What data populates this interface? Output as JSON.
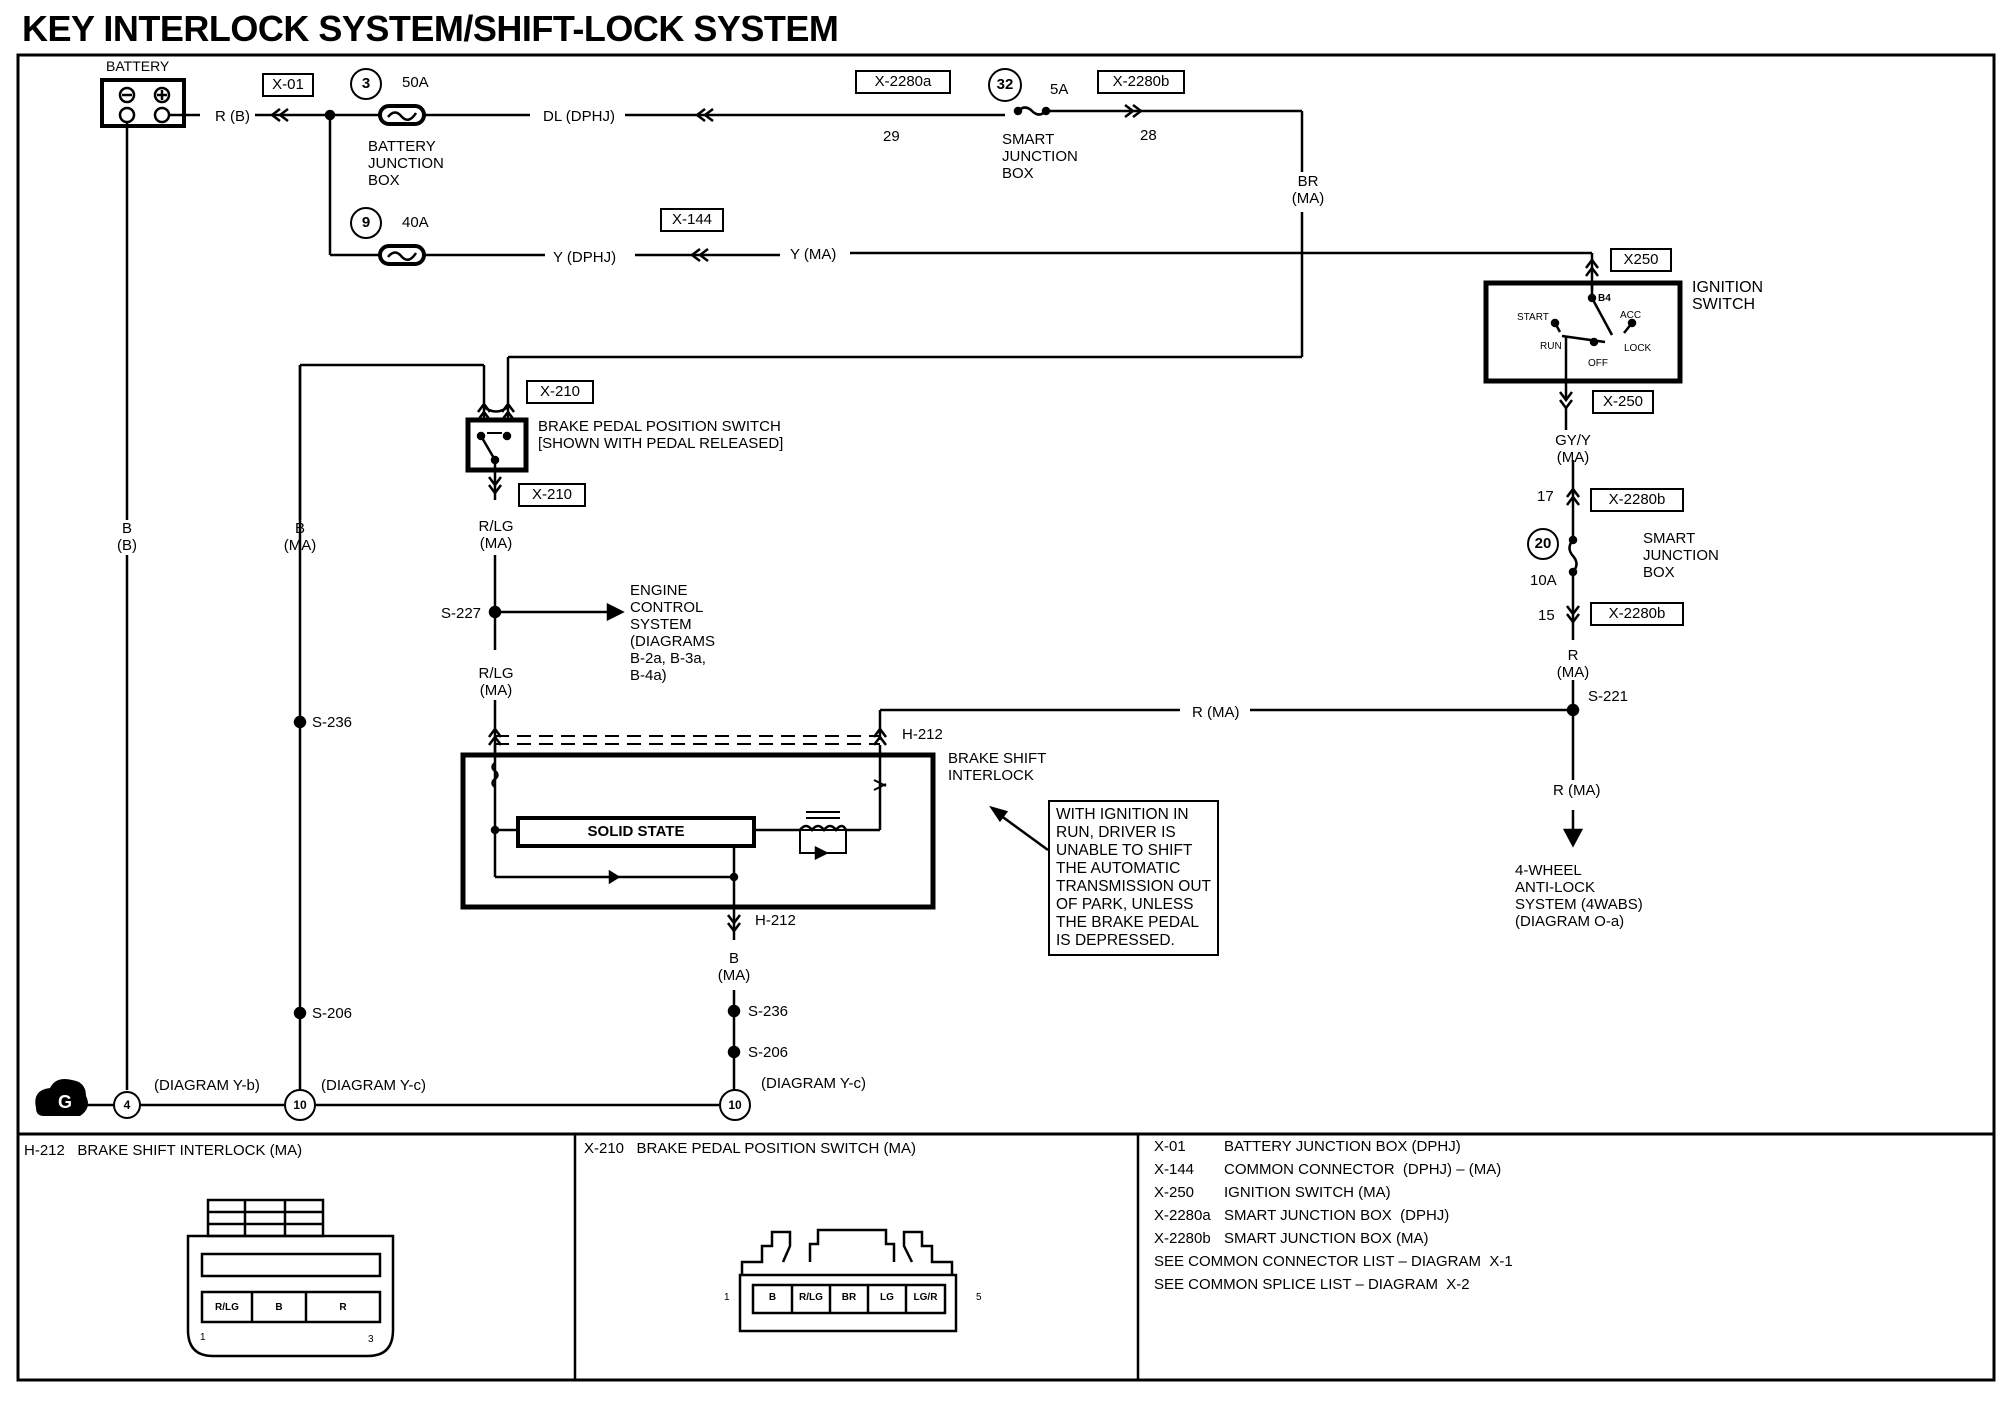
{
  "title": "KEY INTERLOCK SYSTEM/SHIFT-LOCK SYSTEM",
  "components": {
    "battery": "BATTERY",
    "battery_junction_box": "BATTERY\nJUNCTION\nBOX",
    "smart_junction_box_top": "SMART\nJUNCTION\nBOX",
    "smart_junction_box_right": "SMART\nJUNCTION\nBOX",
    "ignition_switch": "IGNITION\nSWITCH",
    "ignition_positions": {
      "b4": "B4",
      "start": "START",
      "acc": "ACC",
      "run": "RUN",
      "off": "OFF",
      "lock": "LOCK"
    },
    "brake_pedal_switch": "BRAKE PEDAL POSITION SWITCH\n[SHOWN WITH PEDAL RELEASED]",
    "brake_shift_interlock": "BRAKE SHIFT\nINTERLOCK",
    "solid_state": "SOLID STATE",
    "engine_control": "ENGINE\nCONTROL\nSYSTEM\n(DIAGRAMS\nB-2a, B-3a,\nB-4a)",
    "abs": "4-WHEEL\nANTI-LOCK\nSYSTEM (4WABS)\n(DIAGRAM O-a)",
    "ground": "G"
  },
  "fuses": [
    {
      "id": "3",
      "rating": "50A"
    },
    {
      "id": "9",
      "rating": "40A"
    },
    {
      "id": "32",
      "rating": "5A"
    },
    {
      "id": "20",
      "rating": "10A"
    }
  ],
  "connectors": {
    "x01": "X-01",
    "x2280a": "X-2280a",
    "x2280b_top": "X-2280b",
    "x144": "X-144",
    "x250_top": "X250",
    "x250_bottom": "X-250",
    "x210_top": "X-210",
    "x210_bottom": "X-210",
    "x2280b_17": "X-2280b",
    "x2280b_15": "X-2280b",
    "h212_top": "H-212",
    "h212_bottom": "H-212"
  },
  "pins": {
    "p29": "29",
    "p28": "28",
    "p17": "17",
    "p15": "15"
  },
  "wires": {
    "r_b": "R (B)",
    "dl_dphj": "DL (DPHJ)",
    "y_dphj": "Y (DPHJ)",
    "y_ma": "Y (MA)",
    "br_ma": "BR\n(MA)",
    "gy_y_ma": "GY/Y\n(MA)",
    "r_ma_v": "R\n(MA)",
    "r_ma_h": "R (MA)",
    "r_ma_down": "R (MA)",
    "b_b": "B\n(B)",
    "b_ma_left": "B\n(MA)",
    "rlg_ma_1": "R/LG\n(MA)",
    "rlg_ma_2": "R/LG\n(MA)",
    "b_ma_bottom": "B\n(MA)"
  },
  "splices": {
    "s227": "S-227",
    "s236_left": "S-236",
    "s206_left": "S-206",
    "s236_right": "S-236",
    "s206_right": "S-206",
    "s221": "S-221"
  },
  "grounds": [
    {
      "id": "4",
      "ref": "(DIAGRAM Y-b)"
    },
    {
      "id": "10",
      "ref": "(DIAGRAM Y-c)"
    },
    {
      "id": "10",
      "ref": "(DIAGRAM Y-c)"
    }
  ],
  "note": "WITH IGNITION IN\nRUN, DRIVER IS\nUNABLE TO SHIFT\nTHE AUTOMATIC\nTRANSMISSION OUT\nOF PARK, UNLESS\nTHE BRAKE PEDAL\nIS DEPRESSED.",
  "connector_views": {
    "h212": {
      "title": "H-212   BRAKE SHIFT INTERLOCK (MA)",
      "pins": [
        "R/LG",
        "B",
        "R"
      ],
      "first": "1",
      "last": "3"
    },
    "x210": {
      "title": "X-210   BRAKE PEDAL POSITION SWITCH (MA)",
      "pins": [
        "B",
        "R/LG",
        "BR",
        "LG",
        "LG/R"
      ],
      "first": "1",
      "last": "5"
    }
  },
  "legend": [
    {
      "code": "X-01",
      "desc": "BATTERY JUNCTION BOX (DPHJ)"
    },
    {
      "code": "X-144",
      "desc": "COMMON CONNECTOR  (DPHJ) – (MA)"
    },
    {
      "code": "X-250",
      "desc": "IGNITION SWITCH (MA)"
    },
    {
      "code": "X-2280a",
      "desc": "SMART JUNCTION BOX  (DPHJ)"
    },
    {
      "code": "X-2280b",
      "desc": "SMART JUNCTION BOX (MA)"
    }
  ],
  "legend_notes": [
    "SEE COMMON CONNECTOR LIST – DIAGRAM  X-1",
    "SEE COMMON SPLICE LIST – DIAGRAM  X-2"
  ]
}
